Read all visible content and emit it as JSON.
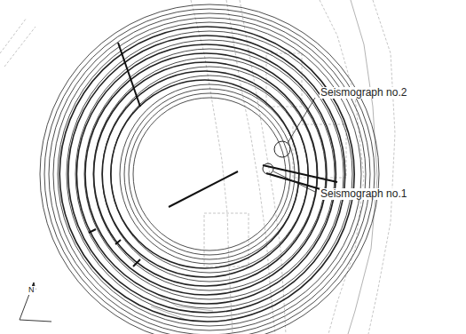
{
  "diagram": {
    "labels": [
      "Seismograph no.2",
      "Seismograph no.1",
      "N"
    ]
  }
}
